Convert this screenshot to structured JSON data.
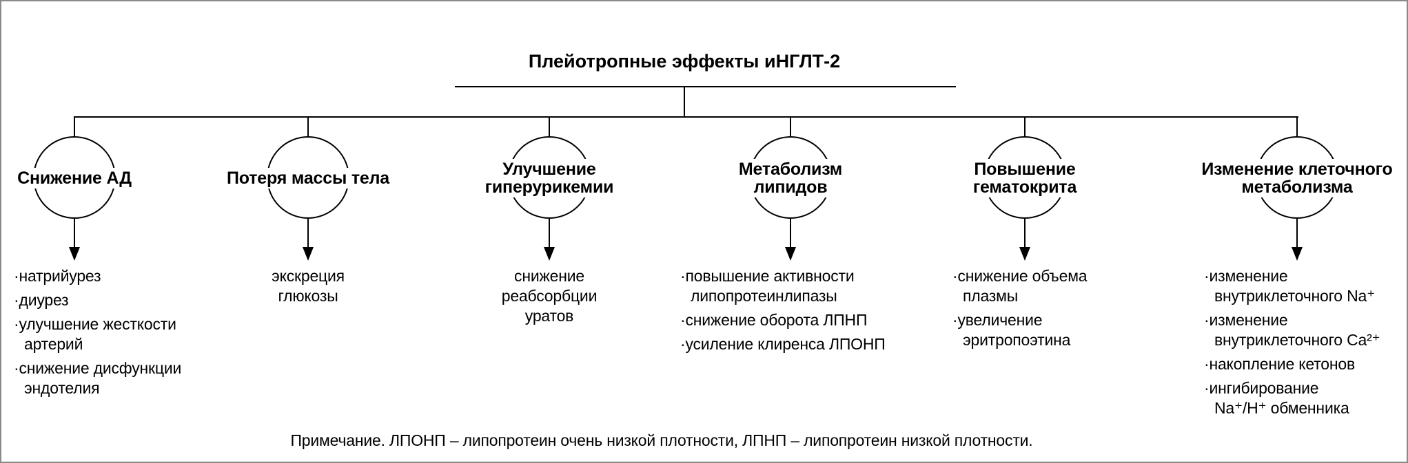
{
  "diagram": {
    "title": "Плейотропные эффекты иНГЛТ-2",
    "note": "Примечание. ЛПОНП – липопротеин очень низкой плотности, ЛПНП – липопротеин низкой плотности.",
    "colors": {
      "line": "#000000",
      "background": "#ffffff",
      "frame": "#8a8a8a"
    },
    "branches": [
      {
        "label": "Снижение АД",
        "bulleted": true,
        "items": [
          "натрийурез",
          "диурез",
          "улучшение жесткости артерий",
          "снижение дисфункции эндотелия"
        ]
      },
      {
        "label": "Потеря массы тела",
        "bulleted": false,
        "items": [
          "экскреция глюкозы"
        ]
      },
      {
        "label": "Улучшение гиперурикемии",
        "bulleted": false,
        "items": [
          "снижение реабсорбции уратов"
        ]
      },
      {
        "label": "Метаболизм липидов",
        "bulleted": true,
        "items": [
          "повышение активности липопротеинлипазы",
          "снижение оборота ЛПНП",
          "усиление клиренса ЛПОНП"
        ]
      },
      {
        "label": "Повышение гематокрита",
        "bulleted": true,
        "items": [
          "снижение объема плазмы",
          "увеличение эритропоэтина"
        ]
      },
      {
        "label": "Изменение клеточного метаболизма",
        "bulleted": true,
        "items": [
          "изменение внутриклеточного Na⁺",
          "изменение внутриклеточного Ca²⁺",
          "накопление кетонов",
          "ингибирование Na⁺/H⁺ обменника"
        ]
      }
    ]
  }
}
